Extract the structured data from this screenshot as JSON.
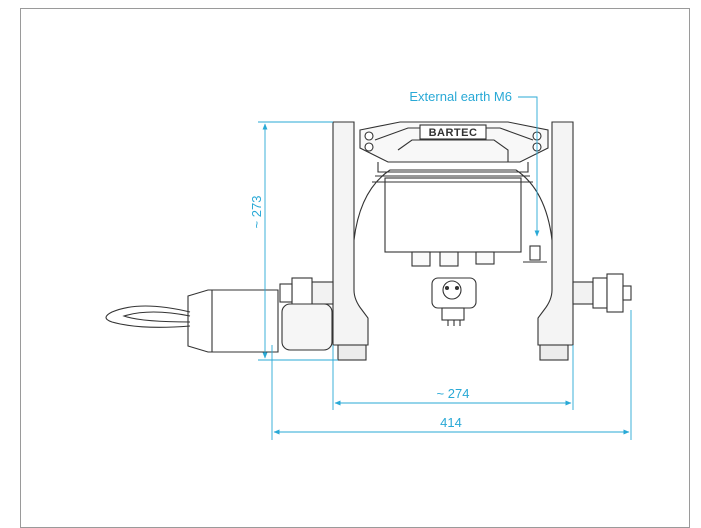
{
  "drawing": {
    "brand": "BARTEC",
    "earth_label": "External earth M6",
    "dim_height": "~ 273",
    "dim_inner_width": "~ 274",
    "dim_total_width": "414"
  },
  "colors": {
    "dimension": "#29a9d6",
    "outline": "#333333",
    "frame": "#9a9a9a"
  }
}
